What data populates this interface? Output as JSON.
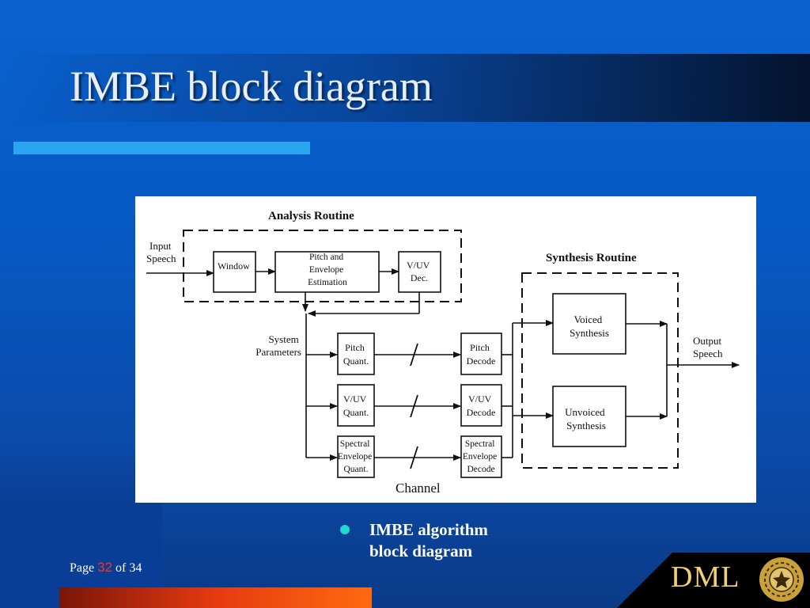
{
  "slide": {
    "title": "IMBE block diagram",
    "bullet": [
      "IMBE algorithm",
      "block diagram"
    ],
    "page_label": "Page",
    "page_current": "32",
    "page_of": "of 34",
    "logo_text": "DML"
  },
  "diagram": {
    "analysis_title": "Analysis Routine",
    "synthesis_title": "Synthesis Routine",
    "input_label": [
      "Input",
      "Speech"
    ],
    "output_label": [
      "Output",
      "Speech"
    ],
    "system_params": [
      "System",
      "Parameters"
    ],
    "window": "Window",
    "pitch_env_est": [
      "Pitch and",
      "Envelope",
      "Estimation"
    ],
    "vuv_dec": [
      "V/UV",
      "Dec."
    ],
    "pitch_quant": [
      "Pitch",
      "Quant."
    ],
    "vuv_quant": [
      "V/UV",
      "Quant."
    ],
    "spectral_quant": [
      "Spectral",
      "Envelope",
      "Quant."
    ],
    "pitch_decode": [
      "Pitch",
      "Decode"
    ],
    "vuv_decode": [
      "V/UV",
      "Decode"
    ],
    "spectral_decode": [
      "Spectral",
      "Envelope",
      "Decode"
    ],
    "voiced_synth": [
      "Voiced",
      "Synthesis"
    ],
    "unvoiced_synth": [
      "Unvoiced",
      "Synthesis"
    ],
    "channel": "Channel"
  },
  "colors": {
    "background": "#0a5cc8",
    "underline_accent": "#2aa6f0",
    "bullet_dot": "#20d8d0",
    "page_number": "#ff3020",
    "footer_bar": "#e63a10",
    "logo_text": "#f0d070"
  }
}
